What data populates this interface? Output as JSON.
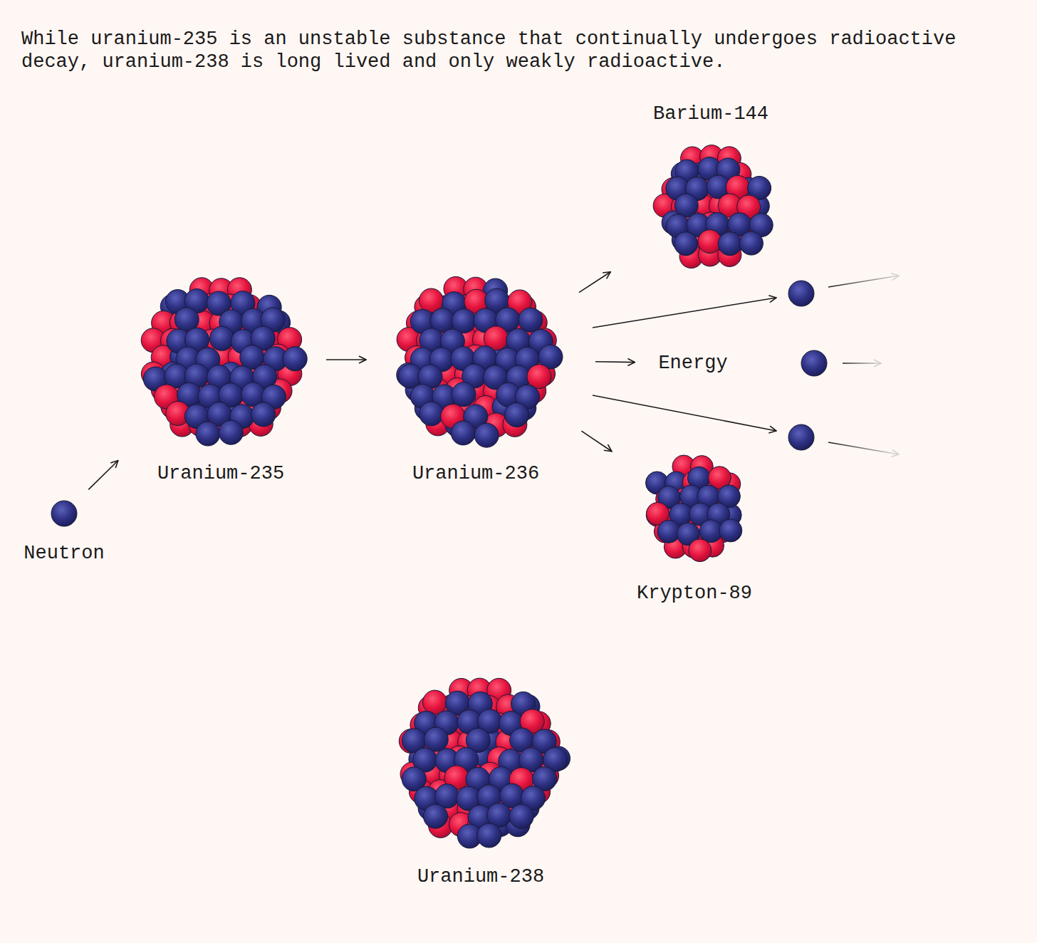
{
  "diagram": {
    "title": "While uranium-235 is an unstable substance that continually undergoes radioactive decay, uranium-238 is long lived and only weakly radioactive.",
    "nodes": [
      {
        "text": [
          "Neutron"
        ]
      },
      {
        "text": [
          "Uranium-235"
        ]
      },
      {
        "text": [
          "Uranium-236"
        ]
      },
      {
        "text": [
          "Barium-144"
        ]
      },
      {
        "text": [
          "Energy"
        ]
      },
      {
        "text": [
          "Krypton-89"
        ]
      },
      {
        "text": [
          "Uranium-238"
        ]
      }
    ],
    "edges": [
      {
        "from": 0,
        "to": 1,
        "arrow": "to"
      },
      {
        "from": 1,
        "to": 2,
        "arrow": "to"
      },
      {
        "from": 2,
        "to": 3,
        "arrow": "to"
      },
      {
        "from": 2,
        "to": 4,
        "arrow": "to"
      },
      {
        "from": 2,
        "to": 5,
        "arrow": "to"
      }
    ]
  }
}
